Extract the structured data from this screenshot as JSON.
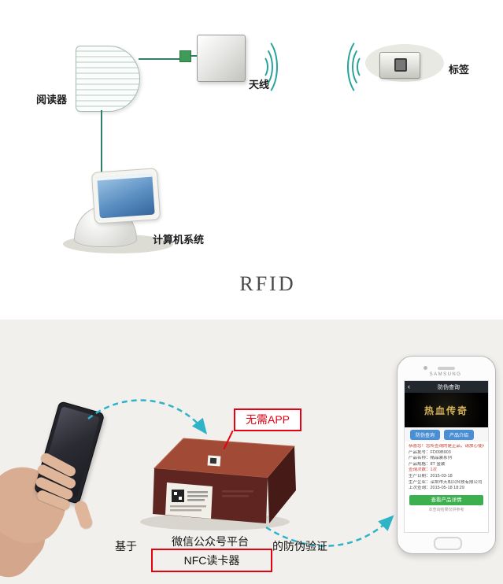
{
  "rfid_diagram": {
    "reader_label": "阅读器",
    "antenna_label": "天线",
    "tag_label": "标签",
    "computer_label": "计算机系统",
    "title": "RFID"
  },
  "nfc_diagram": {
    "callout": "无需APP",
    "caption_prefix": "基于",
    "caption_top": "微信公众号平台",
    "caption_boxed": "NFC读卡器",
    "caption_suffix": "的防伪验证",
    "phone": {
      "brand": "SAMSUNG",
      "back_icon": "‹",
      "header_title": "防伪查询",
      "product_image_text": "热血传奇",
      "button_left": "防伪查询",
      "button_right": "产品介绍",
      "info_lines": [
        "恭喜您！您所查询的是正品，请放心使用",
        "产品批号：FD09B903",
        "产品名称：精品装系列",
        "产品规格：8T 金装",
        "查询次数：1次",
        "生产日期：2015-03-18",
        "生产企业：深圳市天和兴科技有限公司",
        "上次查询：2015-05-18 18:29"
      ],
      "verify_button": "查看产品详情",
      "footer_note": "本查询结果仅供参考"
    }
  },
  "colors": {
    "accent_teal": "#27a39a",
    "arrow_cyan": "#2fb3c7",
    "alert_red": "#e60012",
    "box_maroon": "#5e2521",
    "bottom_bg": "#f2f0ed"
  }
}
